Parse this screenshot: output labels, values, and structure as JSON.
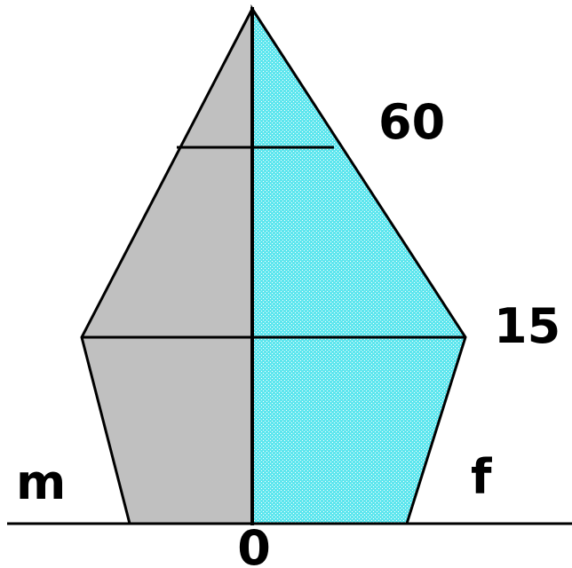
{
  "labels": {
    "age_upper": "60",
    "age_lower": "15",
    "left_side": "m",
    "right_side": "f",
    "origin": "0"
  },
  "colors": {
    "left_fill": "#c0c0c0",
    "right_fill": "#5ee6ee",
    "right_dither": "#ffffff",
    "stroke": "#000000"
  }
}
